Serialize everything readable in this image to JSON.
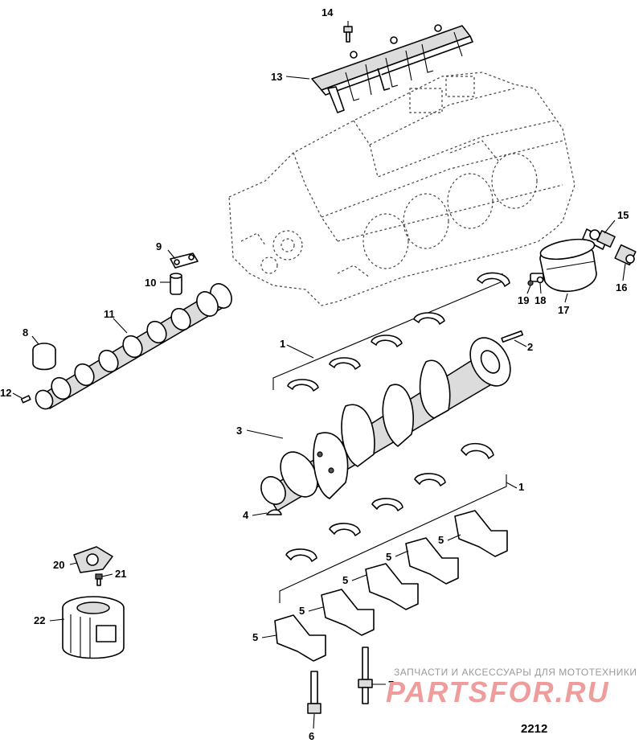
{
  "callouts": [
    {
      "id": "c14",
      "label": "14"
    },
    {
      "id": "c13",
      "label": "13"
    },
    {
      "id": "c15",
      "label": "15"
    },
    {
      "id": "c16",
      "label": "16"
    },
    {
      "id": "c17",
      "label": "17"
    },
    {
      "id": "c18",
      "label": "18"
    },
    {
      "id": "c19",
      "label": "19"
    },
    {
      "id": "c9",
      "label": "9"
    },
    {
      "id": "c10",
      "label": "10"
    },
    {
      "id": "c11",
      "label": "11"
    },
    {
      "id": "c8",
      "label": "8"
    },
    {
      "id": "c12",
      "label": "12"
    },
    {
      "id": "c1a",
      "label": "1"
    },
    {
      "id": "c2",
      "label": "2"
    },
    {
      "id": "c3",
      "label": "3"
    },
    {
      "id": "c1b",
      "label": "1"
    },
    {
      "id": "c4",
      "label": "4"
    },
    {
      "id": "c5a",
      "label": "5"
    },
    {
      "id": "c5b",
      "label": "5"
    },
    {
      "id": "c5c",
      "label": "5"
    },
    {
      "id": "c5d",
      "label": "5"
    },
    {
      "id": "c5e",
      "label": "5"
    },
    {
      "id": "c20",
      "label": "20"
    },
    {
      "id": "c21",
      "label": "21"
    },
    {
      "id": "c22",
      "label": "22"
    },
    {
      "id": "c7",
      "label": "7"
    },
    {
      "id": "c6",
      "label": "6"
    }
  ],
  "watermark": {
    "tagline": "ЗАПЧАСТИ И АКСЕССУАРЫ ДЛЯ МОТОТЕХНИКИ",
    "brand": "PARTSFOR.RU"
  },
  "diagram_number": "2212"
}
